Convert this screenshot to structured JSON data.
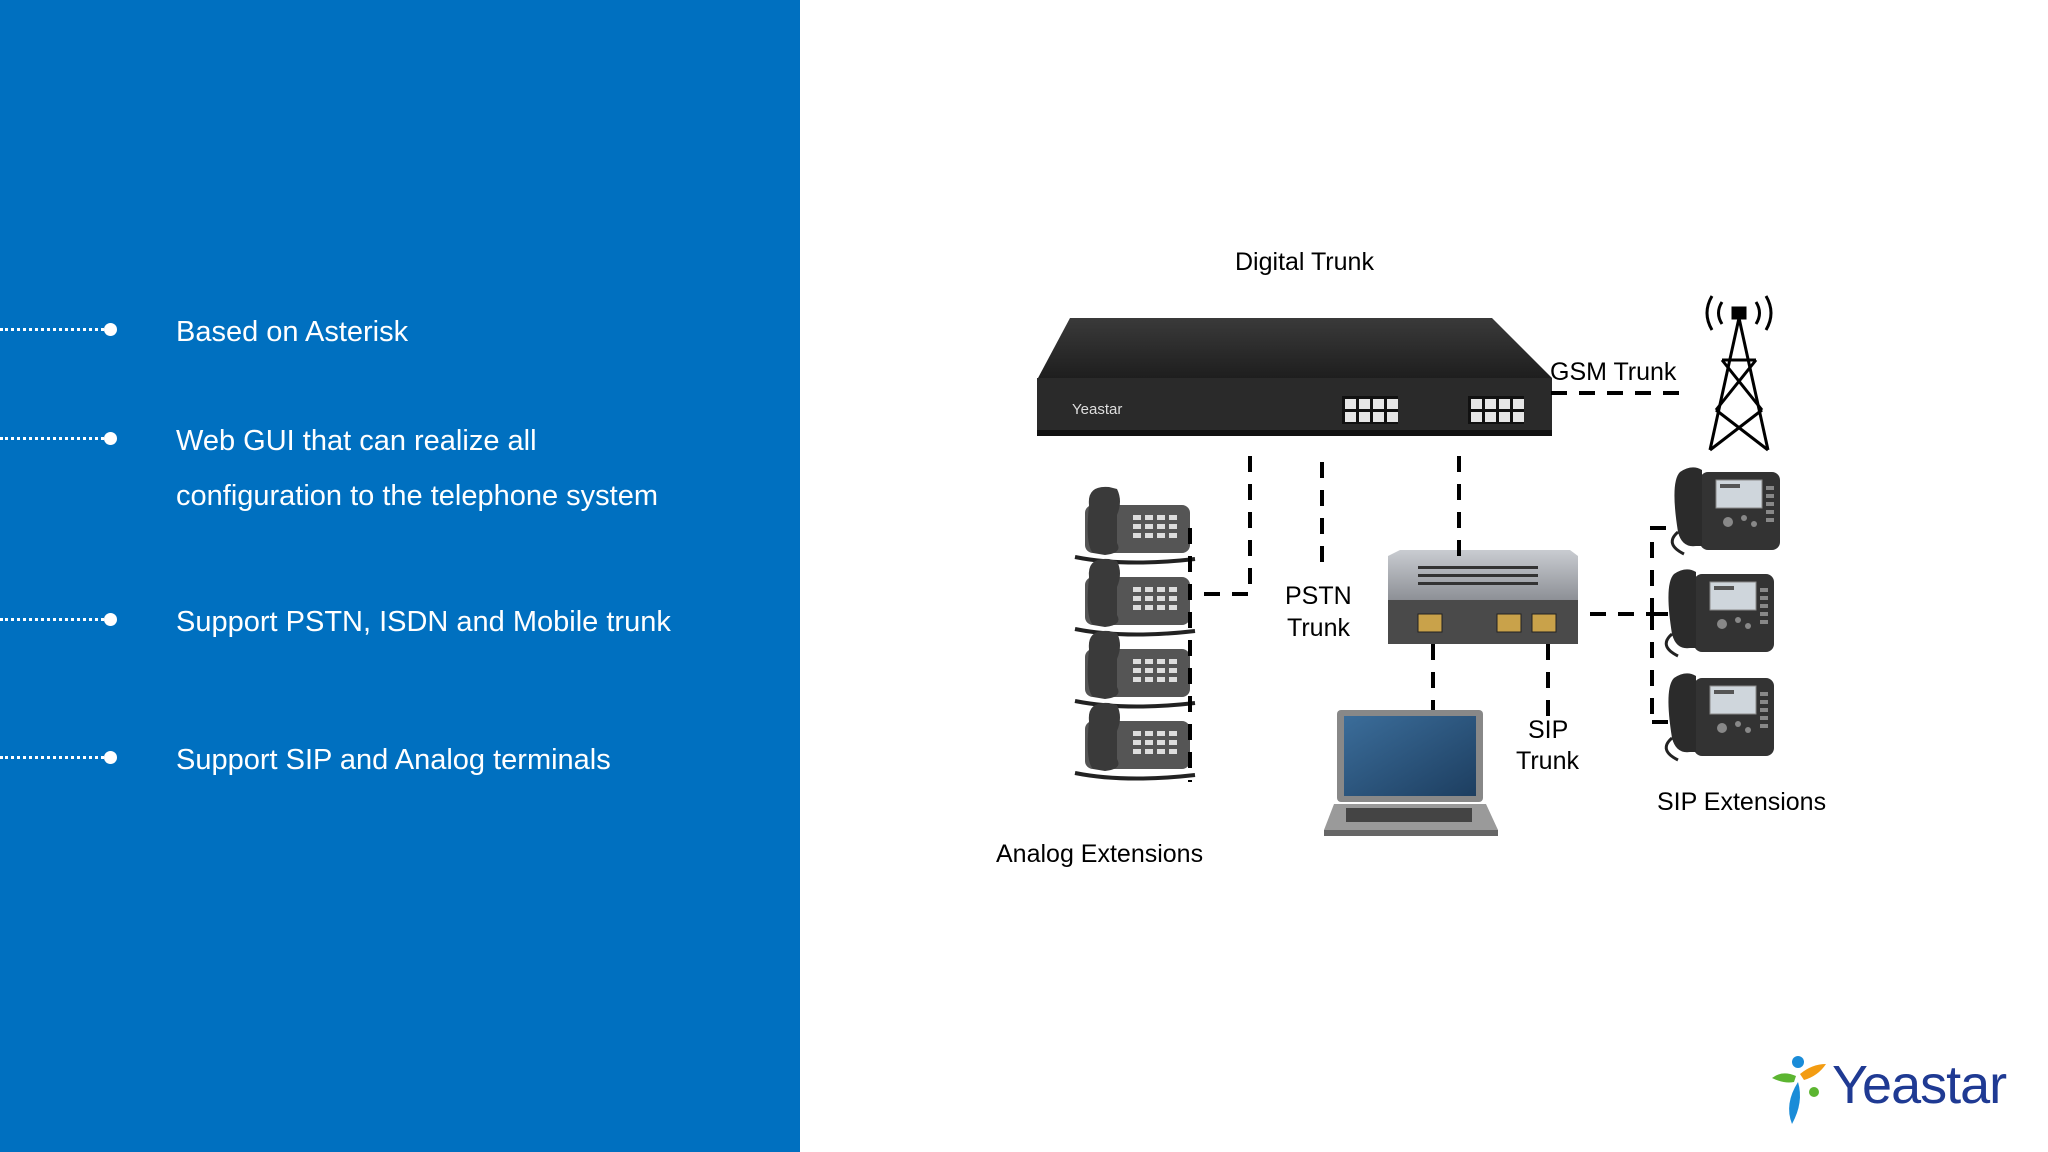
{
  "features": [
    {
      "lines": [
        "Based on Asterisk"
      ]
    },
    {
      "lines": [
        "Web GUI that can realize all",
        "configuration to the telephone system"
      ]
    },
    {
      "lines": [
        "Support PSTN, ISDN and Mobile trunk"
      ]
    },
    {
      "lines": [
        "Support SIP and Analog terminals"
      ]
    }
  ],
  "diagram": {
    "digital_trunk": "Digital Trunk",
    "gsm_trunk": "GSM Trunk",
    "pstn_trunk": [
      "PSTN",
      "Trunk"
    ],
    "sip_trunk": [
      "SIP",
      "Trunk"
    ],
    "analog_extensions": "Analog Extensions",
    "sip_extensions": "SIP Extensions",
    "device_brand": "Yeastar"
  },
  "logo": {
    "text": "Yeastar"
  },
  "colors": {
    "panel": "#0070c0",
    "logo_text": "#1f3a93",
    "logo_green": "#5cb531",
    "logo_orange": "#f39c12",
    "logo_blue": "#1a8cd8"
  }
}
